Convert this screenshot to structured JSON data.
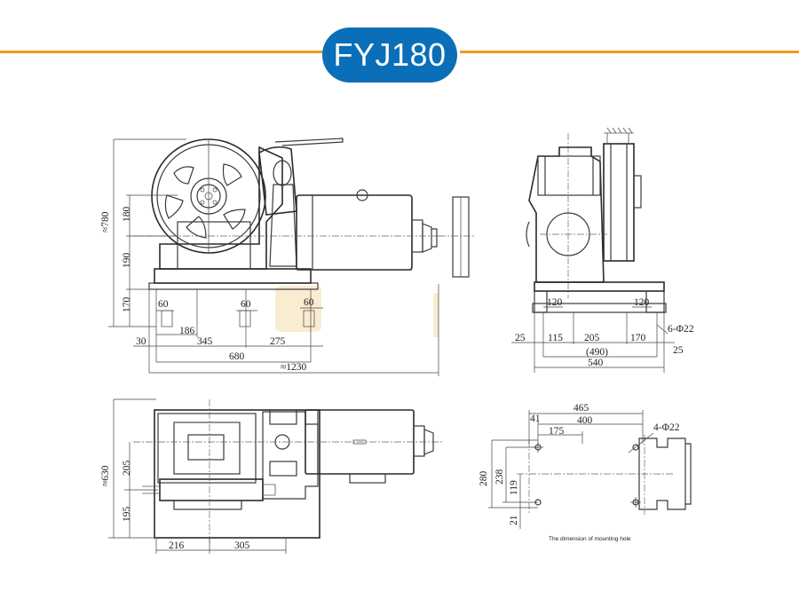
{
  "title": "FYJ180",
  "colors": {
    "accent_line": "#f39a1e",
    "badge": "#0a6fb8",
    "line": "#333333"
  },
  "front_view": {
    "dims": {
      "h780": "≈780",
      "h180": "180",
      "h190": "190",
      "h170": "170",
      "w60a": "60",
      "w60b": "60",
      "w60c": "60",
      "w186": "186",
      "w30": "30",
      "w345": "345",
      "w275": "275",
      "w680": "680",
      "w1230": "≈1230"
    }
  },
  "side_view": {
    "dims": {
      "w120a": "120",
      "w120b": "120",
      "hole": "6-Φ22",
      "w25a": "25",
      "w115": "115",
      "w205": "205",
      "w170": "170",
      "w490": "(490)",
      "w25b": "25",
      "w540": "540"
    }
  },
  "top_view": {
    "dims": {
      "h630": "≈630",
      "h205": "205",
      "h195": "195",
      "w216": "216",
      "w305": "305"
    }
  },
  "mounting_view": {
    "dims": {
      "w465": "465",
      "w41": "41",
      "w400": "400",
      "w175": "175",
      "hole": "4-Φ22",
      "h280": "280",
      "h238": "238",
      "h119": "119",
      "h21": "21"
    },
    "caption": "The dimension of mounting hole"
  }
}
